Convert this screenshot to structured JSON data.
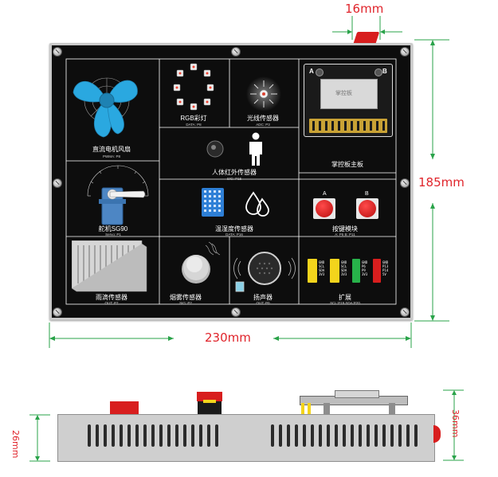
{
  "dimensions": {
    "top_tab_width": "16mm",
    "height": "185mm",
    "width": "230mm",
    "side_height": "26mm",
    "side_button_height": "36mm"
  },
  "modules": {
    "fan": {
      "name": "直流电机风扇",
      "pin": "PWMA: P8"
    },
    "rgb": {
      "name": "RGB彩灯",
      "pin": "DATA: P8"
    },
    "light": {
      "name": "光线传感器",
      "pin": "ADC: P3"
    },
    "mainboard": {
      "name": "掌控板主板",
      "btn_a": "A",
      "btn_b": "B",
      "screen_text": "掌控板"
    },
    "pir": {
      "name": "人体红外传感器",
      "pin": "SIG: P15"
    },
    "servo": {
      "name": "舵机SG90",
      "pin": "Servo: P1"
    },
    "humidity": {
      "name": "温湿度传感器",
      "pin": "DATA: P16"
    },
    "keys": {
      "name": "按键模块",
      "pin": "A: P5    B: P11",
      "key_a": "A",
      "key_b": "B"
    },
    "rain": {
      "name": "雨滴传感器",
      "pin": "OUT: P7"
    },
    "smoke": {
      "name": "烟雾传感器",
      "pin": "SIG: P2"
    },
    "speaker": {
      "name": "扬声器",
      "pin": "OUT: P0"
    },
    "expand": {
      "name": "扩展",
      "pin": "SCL:P19 SDA:P20",
      "group1": [
        "GND",
        "SCL",
        "SDA",
        "3V3"
      ],
      "group2": [
        "GND",
        "SCL",
        "SDA",
        "3V3"
      ],
      "group3": [
        "GND",
        "P6",
        "P9",
        "3V3"
      ],
      "group4": [
        "GND",
        "P13",
        "P14",
        "5V"
      ]
    }
  },
  "colors": {
    "panel": "#0d0d0d",
    "frame": "#c9c9c9",
    "dimension_line": "#2aa34a",
    "dimension_text": "#e0242b",
    "accent_red": "#d81e1e",
    "fan_blue": "#2aa8e0"
  }
}
